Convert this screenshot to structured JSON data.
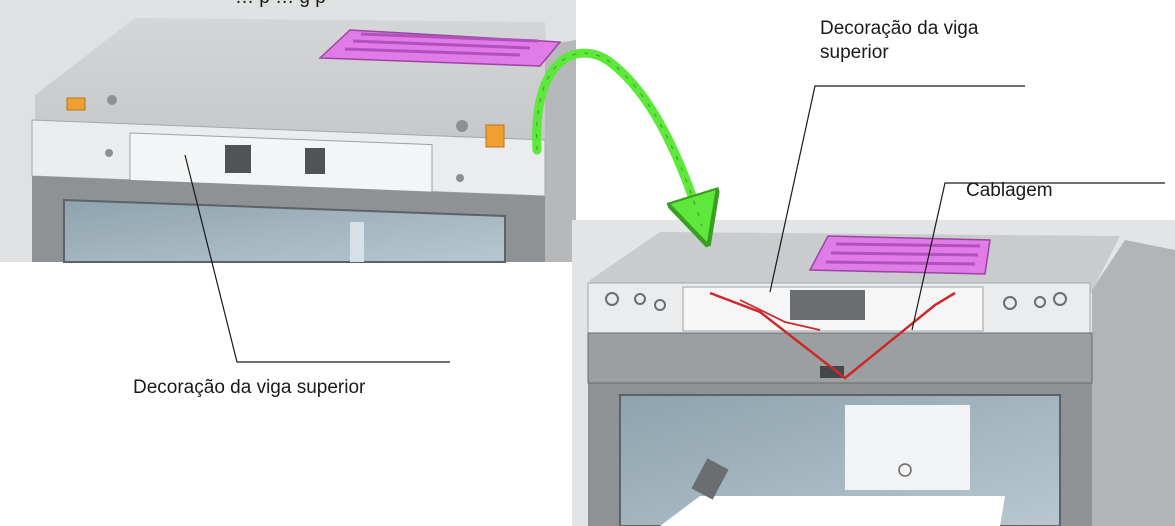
{
  "labels": {
    "top_caption": "… p … g p",
    "right_decoration": "Decoração da viga superior",
    "cabling": "Cablagem",
    "left_decoration": "Decoração da viga superior"
  },
  "colors": {
    "arrow": "#5ee83c",
    "vent_grille": "#e07be8",
    "cabling_wire": "#cc2a2a",
    "orange_clip": "#f0a030",
    "cabinet_top": "#c9cbcd",
    "beam_front": "#eaeced",
    "frame": "#8f9295",
    "glass": "#9fb1bb"
  }
}
